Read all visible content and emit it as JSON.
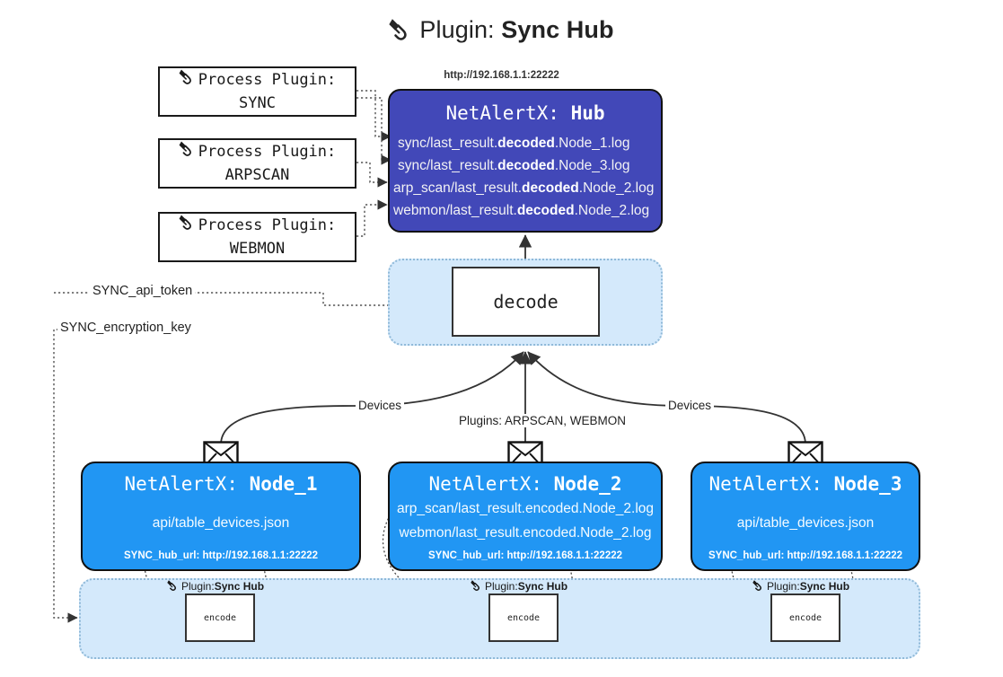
{
  "title": {
    "icon": "plug-icon",
    "prefix": "Plugin: ",
    "name": "Sync Hub"
  },
  "process_plugins": [
    {
      "icon": "plug-icon",
      "label": "Process Plugin:",
      "name": "SYNC"
    },
    {
      "icon": "plug-icon",
      "label": "Process Plugin:",
      "name": "ARPSCAN"
    },
    {
      "icon": "plug-icon",
      "label": "Process Plugin:",
      "name": "WEBMON"
    }
  ],
  "hub": {
    "url": "http://192.168.1.1:22222",
    "title_prefix": "NetAlertX: ",
    "title_name": "Hub",
    "lines": [
      {
        "pre": "sync/last_result.",
        "mid": "decoded",
        "post": ".Node_1.log"
      },
      {
        "pre": "sync/last_result.",
        "mid": "decoded",
        "post": ".Node_3.log"
      },
      {
        "pre": "arp_scan/last_result.",
        "mid": "decoded",
        "post": ".Node_2.log"
      },
      {
        "pre": "webmon/last_result.",
        "mid": "decoded",
        "post": ".Node_2.log"
      }
    ]
  },
  "decode": {
    "label": "decode"
  },
  "variables": {
    "api_token": "SYNC_api_token",
    "encryption_key": "SYNC_encryption_key"
  },
  "edge_labels": {
    "devices_left": "Devices",
    "devices_right": "Devices",
    "plugins_center": "Plugins: ARPSCAN, WEBMON"
  },
  "nodes": [
    {
      "icon": "envelope-icon",
      "title_prefix": "NetAlertX: ",
      "title_name": "Node_1",
      "lines": [
        "api/table_devices.json"
      ],
      "footer": "SYNC_hub_url: http://192.168.1.1:22222",
      "plugin_caption_prefix": "Plugin: ",
      "plugin_caption_name": "Sync Hub",
      "encode_label": "encode"
    },
    {
      "icon": "envelope-icon",
      "title_prefix": "NetAlertX: ",
      "title_name": "Node_2",
      "lines": [
        "arp_scan/last_result.encoded.Node_2.log",
        "webmon/last_result.encoded.Node_2.log"
      ],
      "footer": "SYNC_hub_url: http://192.168.1.1:22222",
      "plugin_caption_prefix": "Plugin: ",
      "plugin_caption_name": "Sync Hub",
      "encode_label": "encode"
    },
    {
      "icon": "envelope-icon",
      "title_prefix": "NetAlertX: ",
      "title_name": "Node_3",
      "lines": [
        "api/table_devices.json"
      ],
      "footer": "SYNC_hub_url: http://192.168.1.1:22222",
      "plugin_caption_prefix": "Plugin: ",
      "plugin_caption_name": "Sync Hub",
      "encode_label": "encode"
    }
  ],
  "colors": {
    "hub_fill": "#4248b8",
    "node_fill": "#2196f3",
    "container_fill": "#d4e9fb",
    "container_border": "#8fb9d8",
    "stroke": "#333333"
  }
}
